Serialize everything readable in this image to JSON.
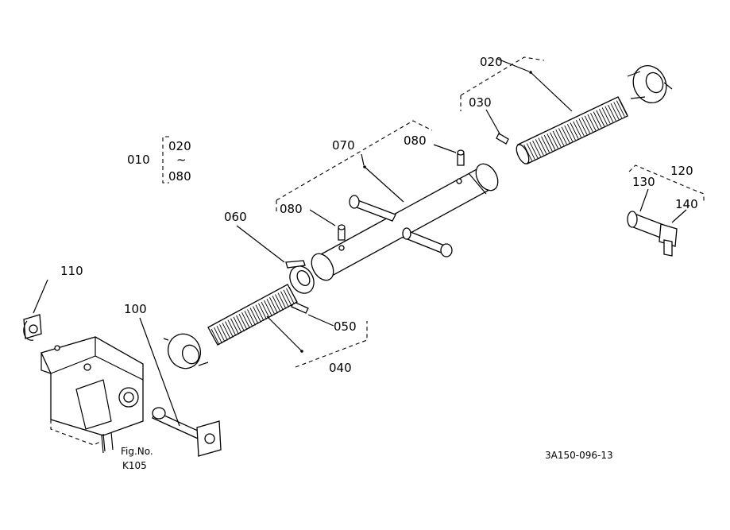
{
  "parts": {
    "p010": "010",
    "p010_range_top": "020",
    "p010_range_sep": "~",
    "p010_range_bottom": "080",
    "p020": "020",
    "p030": "030",
    "p040": "040",
    "p050": "050",
    "p060": "060",
    "p070": "070",
    "p080_upper": "080",
    "p080_lower": "080",
    "p100": "100",
    "p110": "110",
    "p120": "120",
    "p130": "130",
    "p140": "140"
  },
  "figure_reference": {
    "line1": "Fig.No.",
    "line2": "K105"
  },
  "drawing_number": "3A150-096-13"
}
